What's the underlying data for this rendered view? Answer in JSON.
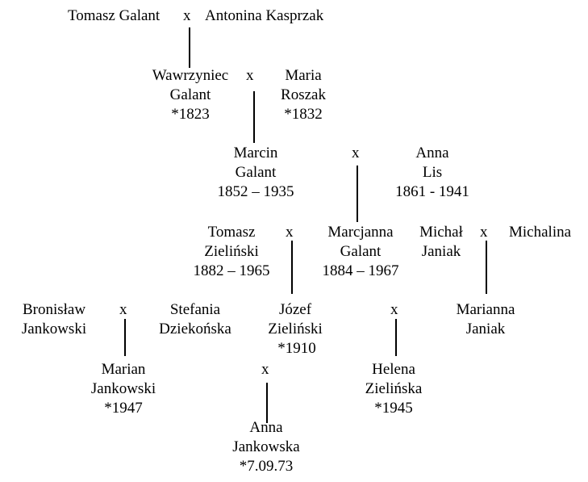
{
  "people": {
    "tomasz_galant": {
      "lines": [
        "Tomasz Galant"
      ]
    },
    "antonina_kasprzak": {
      "lines": [
        "Antonina Kasprzak"
      ]
    },
    "wawrzyniec_galant": {
      "lines": [
        "Wawrzyniec",
        "Galant",
        "*1823"
      ]
    },
    "maria_roszak": {
      "lines": [
        "Maria",
        "Roszak",
        "*1832"
      ]
    },
    "marcin_galant": {
      "lines": [
        "Marcin",
        "Galant",
        "1852 – 1935"
      ]
    },
    "anna_lis": {
      "lines": [
        "Anna",
        "Lis",
        "1861 - 1941"
      ]
    },
    "tomasz_zielinski": {
      "lines": [
        "Tomasz",
        "Zieliński",
        "1882 – 1965"
      ]
    },
    "marcjanna_galant": {
      "lines": [
        "Marcjanna",
        "Galant",
        "1884 – 1967"
      ]
    },
    "michal_janiak": {
      "lines": [
        "Michał",
        "Janiak"
      ]
    },
    "michalina": {
      "lines": [
        "Michalina"
      ]
    },
    "bronislaw_jankowski": {
      "lines": [
        "Bronisław",
        "Jankowski"
      ]
    },
    "stefania_dziekonska": {
      "lines": [
        "Stefania",
        "Dziekońska"
      ]
    },
    "jozef_zielinski": {
      "lines": [
        "Józef",
        "Zieliński",
        "*1910"
      ]
    },
    "marianna_janiak": {
      "lines": [
        "Marianna",
        "Janiak"
      ]
    },
    "marian_jankowski": {
      "lines": [
        "Marian",
        "Jankowski",
        "*1947"
      ]
    },
    "helena_zielinska": {
      "lines": [
        "Helena",
        "Zielińska",
        "*1945"
      ]
    },
    "anna_jankowska": {
      "lines": [
        "Anna",
        "Jankowska",
        "*7.09.73"
      ]
    }
  },
  "marriage_symbol": "x"
}
